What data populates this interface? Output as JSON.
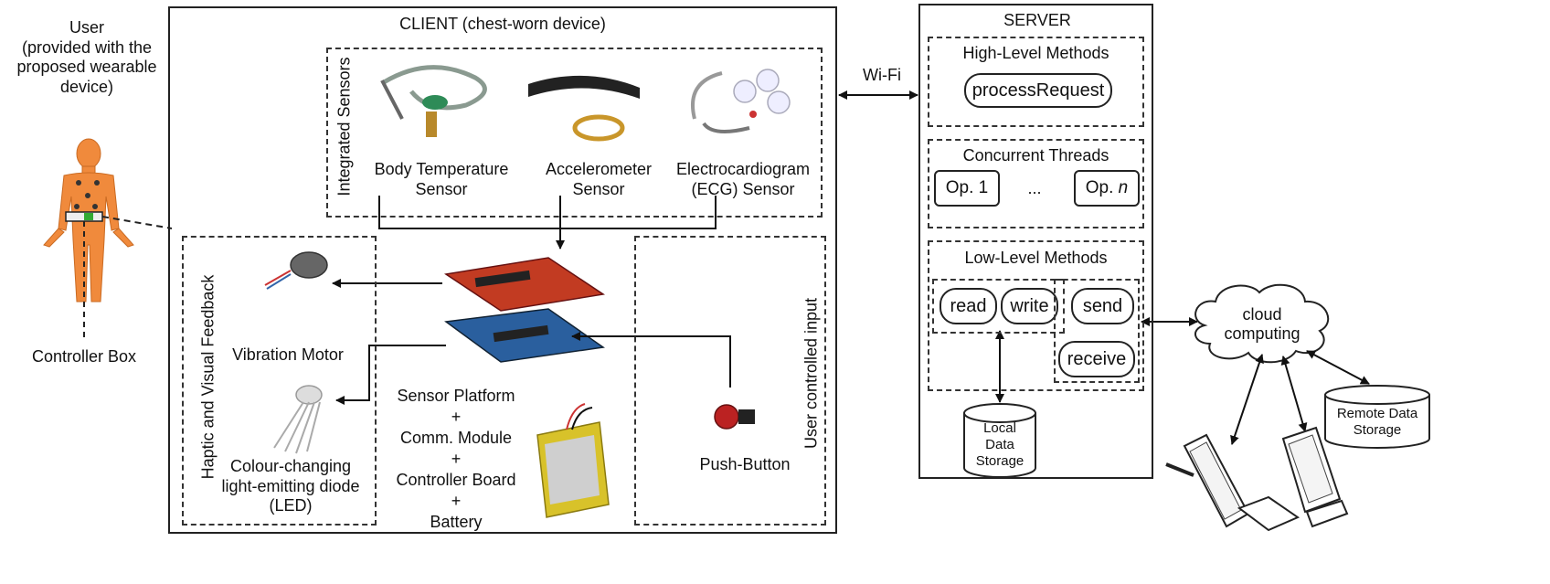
{
  "user": {
    "caption": "User\n(provided with the\nproposed wearable\ndevice)",
    "controller_box": "Controller Box"
  },
  "client": {
    "title": "CLIENT (chest-worn device)",
    "integrated_sensors_label": "Integrated Sensors",
    "sensors": [
      {
        "label": "Body Temperature\nSensor"
      },
      {
        "label": "Accelerometer\nSensor"
      },
      {
        "label": "Electrocardiogram\n(ECG) Sensor"
      }
    ],
    "feedback_label": "Haptic and Visual Feedback",
    "vibration_motor": "Vibration Motor",
    "led": "Colour-changing\nlight-emitting diode\n(LED)",
    "platform_stack": "Sensor Platform\n+\nComm. Module\n+\nController Board\n+\nBattery",
    "user_input_label": "User controlled input",
    "push_button": "Push-Button"
  },
  "link": {
    "label": "Wi-Fi"
  },
  "server": {
    "title": "SERVER",
    "high_level": {
      "title": "High-Level Methods",
      "method": "processRequest"
    },
    "threads": {
      "title": "Concurrent Threads",
      "op1": "Op. 1",
      "ellipsis": "...",
      "opn_prefix": "Op. ",
      "opn_italic": "n"
    },
    "low_level": {
      "title": "Low-Level Methods",
      "read": "read",
      "write": "write",
      "send": "send",
      "receive": "receive"
    },
    "local_storage": "Local\nData\nStorage"
  },
  "cloud": {
    "label": "cloud\ncomputing",
    "remote_storage": "Remote Data\nStorage"
  }
}
